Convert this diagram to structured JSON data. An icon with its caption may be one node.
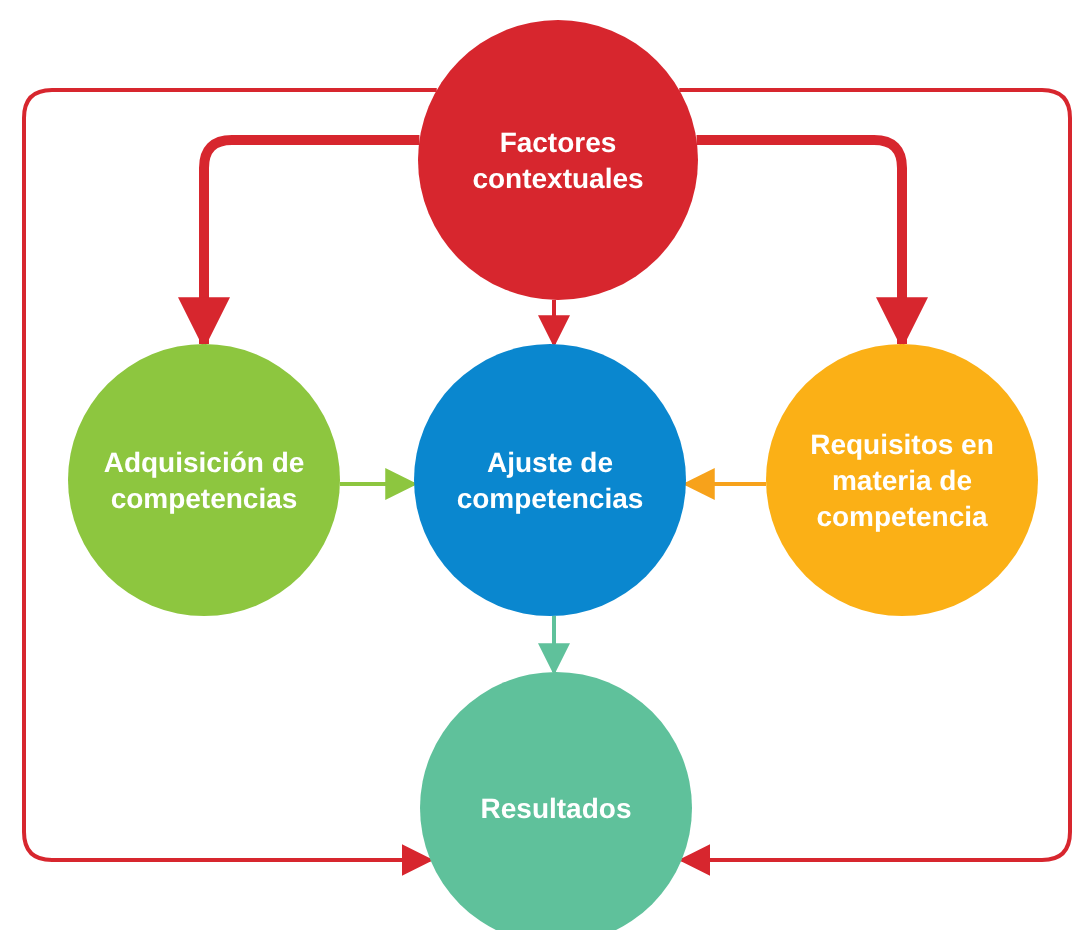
{
  "diagram": {
    "nodes": [
      {
        "text": [
          "Factores contextuales"
        ]
      },
      {
        "text": [
          "Adquisición de competencias"
        ]
      },
      {
        "text": [
          "Ajuste de competencias"
        ]
      },
      {
        "text": [
          "Requisitos en materia de competencia"
        ]
      },
      {
        "text": [
          "Resultados"
        ]
      }
    ],
    "edges": [
      {
        "from": 0,
        "to": 1,
        "arrow": "to",
        "style": "thick"
      },
      {
        "from": 0,
        "to": 3,
        "arrow": "to",
        "style": "thick"
      },
      {
        "from": 0,
        "to": 2,
        "arrow": "to"
      },
      {
        "from": 1,
        "to": 2,
        "arrow": "to",
        "color": "#8dc63f"
      },
      {
        "from": 3,
        "to": 2,
        "arrow": "to",
        "color": "#f7a21b"
      },
      {
        "from": 2,
        "to": 4,
        "arrow": "to",
        "color": "#5fc19b"
      },
      {
        "from": 0,
        "to": 4,
        "arrow": "to"
      },
      {
        "from": 0,
        "to": 4,
        "arrow": "to"
      }
    ]
  }
}
